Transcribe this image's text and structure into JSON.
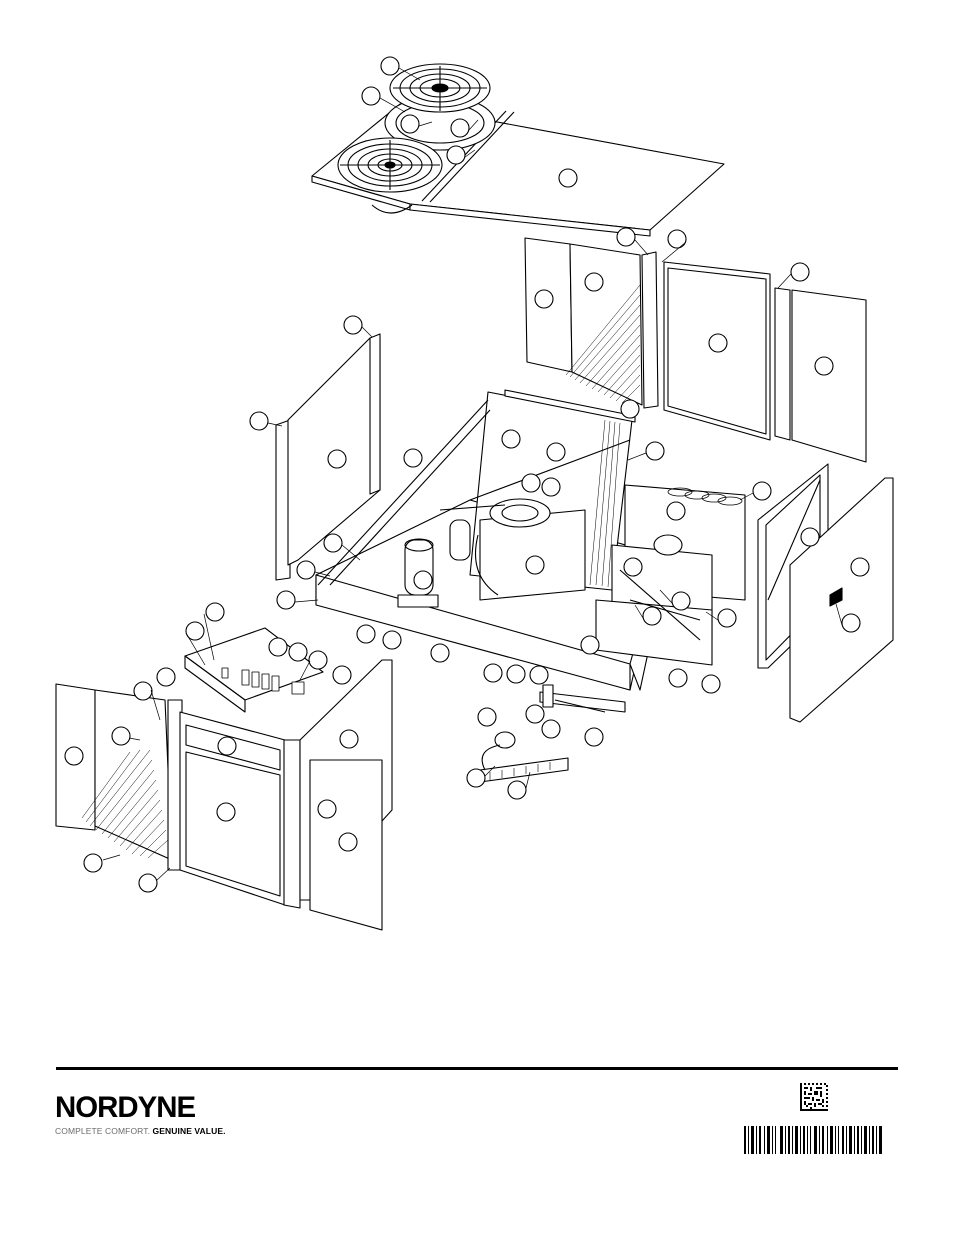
{
  "diagram": {
    "type": "exploded-parts-view",
    "line_color": "#000000",
    "callout_count": 64
  },
  "brand": {
    "logo_text": "NORDYNE",
    "tagline_light": "COMPLETE COMFORT.",
    "tagline_bold": "GENUINE VALUE."
  },
  "codes": {
    "datamatrix": "datamatrix-code-icon",
    "barcode": "barcode-icon"
  }
}
